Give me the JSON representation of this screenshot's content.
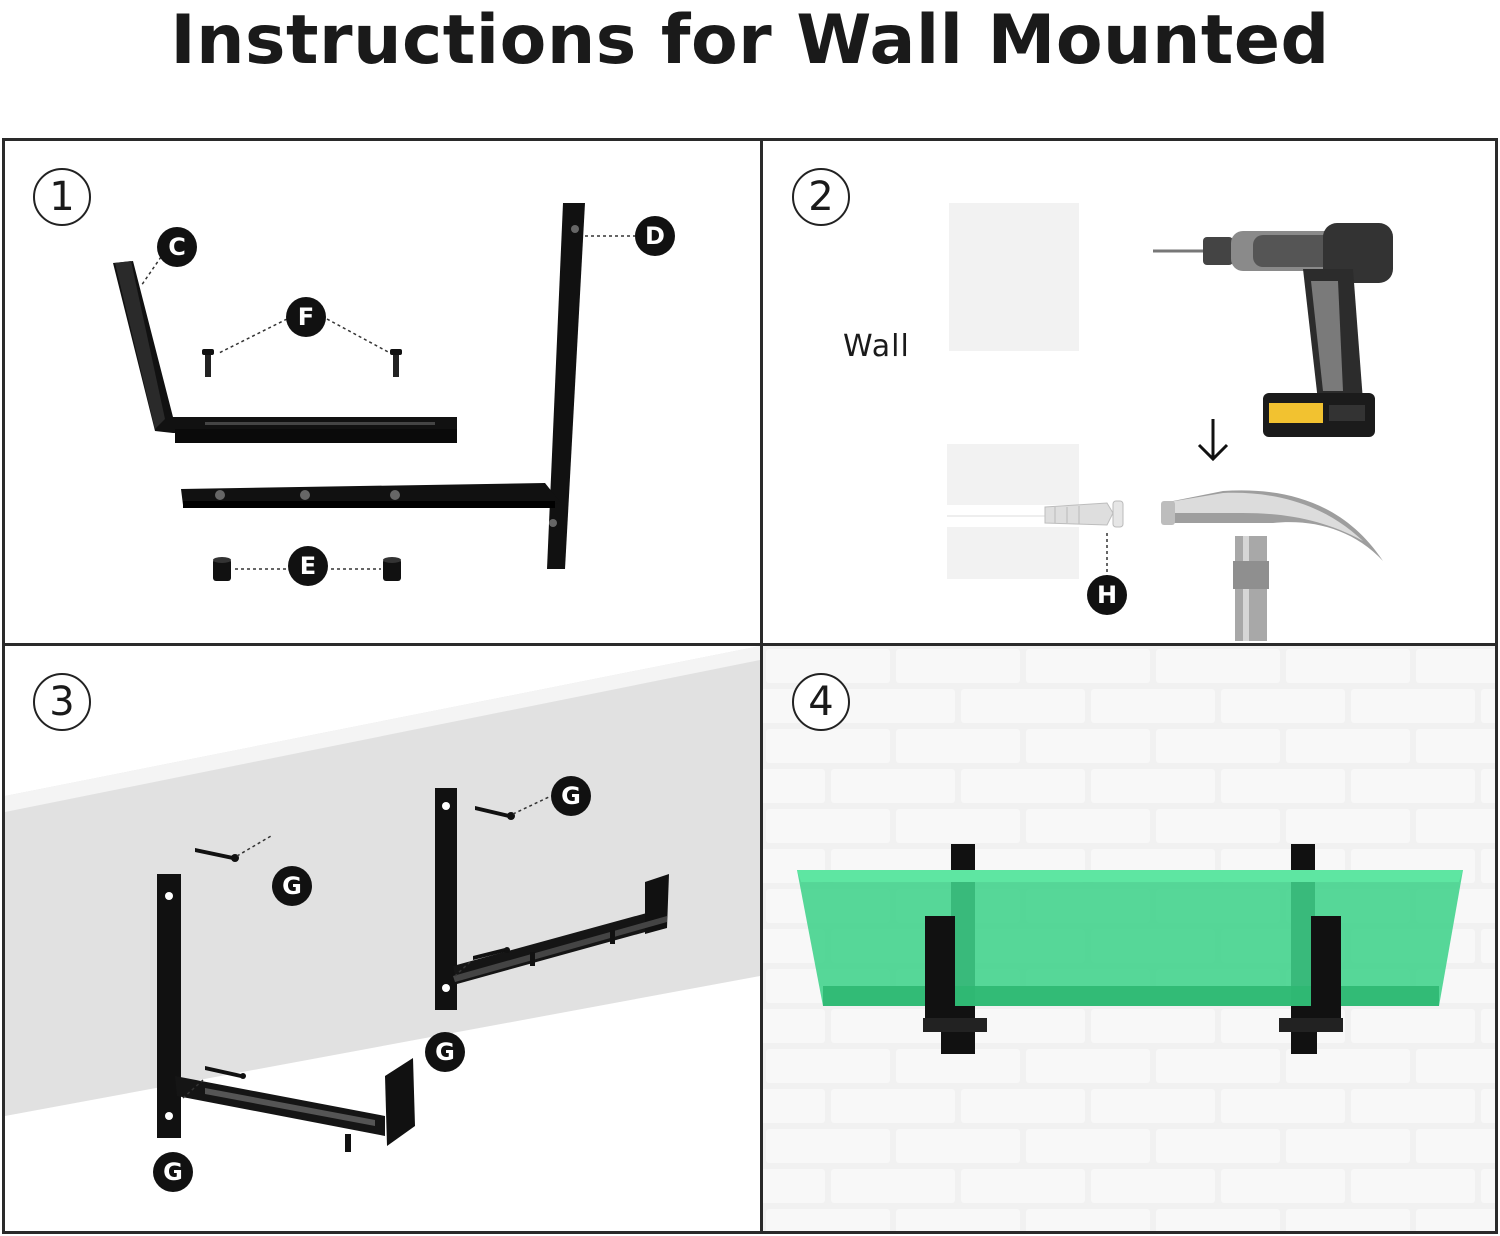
{
  "title": "Instructions for Wall Mounted",
  "steps": [
    "1",
    "2",
    "3",
    "4"
  ],
  "parts": {
    "c": "C",
    "d": "D",
    "e": "E",
    "f": "F",
    "g": "G",
    "h": "H"
  },
  "wall_label": "Wall",
  "colors": {
    "bracket": "#111111",
    "planter": "#3fd28a",
    "brick": "#f2f2f2",
    "wall_gray": "#e3e3e3"
  }
}
